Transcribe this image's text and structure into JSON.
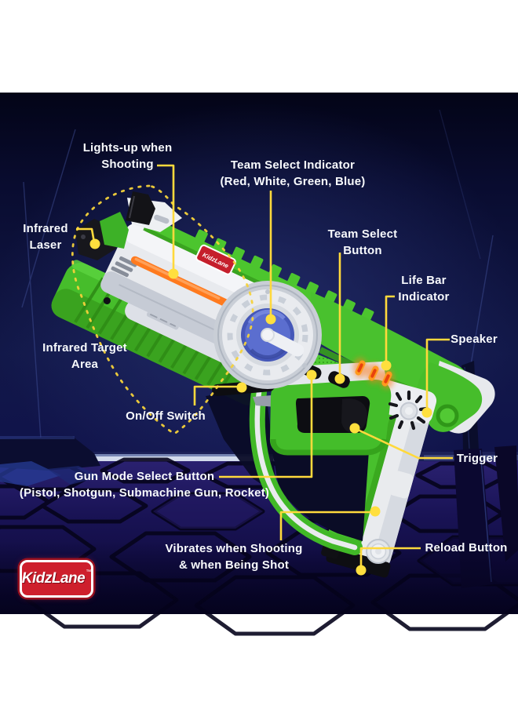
{
  "product_image": {
    "description_tag": "annotated laser tag blaster product diagram",
    "callouts": {
      "lights_up": {
        "line1": "Lights-up when",
        "line2": "Shooting"
      },
      "team_indicator": {
        "line1": "Team Select Indicator",
        "line2": "(Red, White, Green, Blue)"
      },
      "infrared_laser": {
        "line1": "Infrared",
        "line2": "Laser"
      },
      "infrared_target": {
        "line1": "Infrared Target",
        "line2": "Area"
      },
      "team_button": {
        "line1": "Team Select",
        "line2": "Button"
      },
      "life_bar": {
        "line1": "Life Bar",
        "line2": "Indicator"
      },
      "speaker": {
        "line1": "Speaker"
      },
      "onoff": {
        "line1": "On/Off Switch"
      },
      "trigger": {
        "line1": "Trigger"
      },
      "gun_mode": {
        "line1": "Gun Mode Select Button",
        "line2": "(Pistol, Shotgun, Submachine Gun, Rocket)"
      },
      "vibrates": {
        "line1": "Vibrates when Shooting",
        "line2": "& when Being Shot"
      },
      "reload": {
        "line1": "Reload Button"
      }
    },
    "brand": {
      "logo_text": "KidzLane",
      "trademark": "™",
      "sticker_text": "KidzLane"
    },
    "colors": {
      "callout_yellow": "#ffd93c",
      "gun_green": "#46bd2b",
      "gun_white": "#e9ebee",
      "barrel_orange": "#ff7a1e",
      "dial_blue": "#5b6ecf",
      "logo_red": "#ce1f2c",
      "background_navy": "#0c1038",
      "label_text": "#f8fafd"
    }
  }
}
